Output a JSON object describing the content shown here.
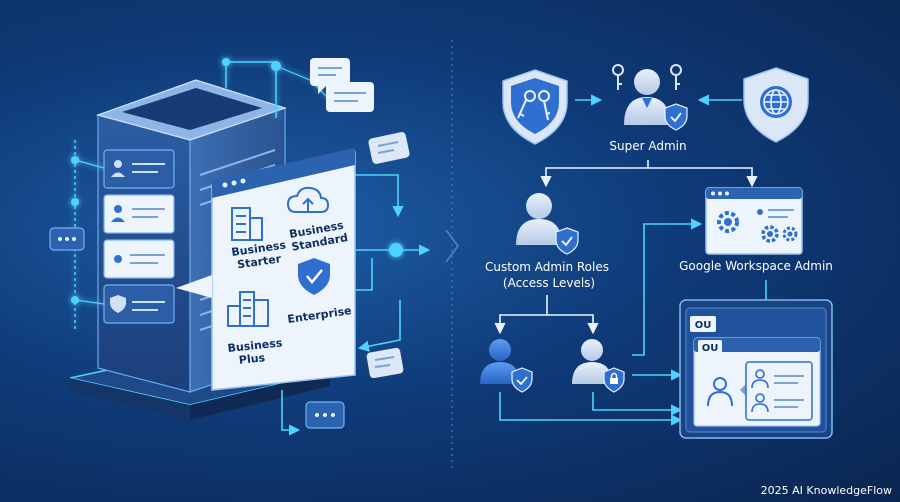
{
  "plans": {
    "starter": [
      "Business",
      "Starter"
    ],
    "standard": [
      "Business",
      "Standard"
    ],
    "plus": [
      "Business",
      "Plus"
    ],
    "enterprise": "Enterprise"
  },
  "roles": {
    "super_admin": "Super Admin",
    "custom_roles": "Custom Admin Roles",
    "access_levels": "(Access Levels)",
    "workspace_admin": "Google Workspace Admin"
  },
  "org_units": {
    "outer": "OU",
    "inner": "OU"
  },
  "footer": {
    "credit": "2025 AI KnowledgeFlow"
  },
  "colors": {
    "accent": "#4fd2ff",
    "panel": "#eef4fb",
    "icon_blue": "#2f6fd0",
    "navy": "#0e2f63"
  }
}
